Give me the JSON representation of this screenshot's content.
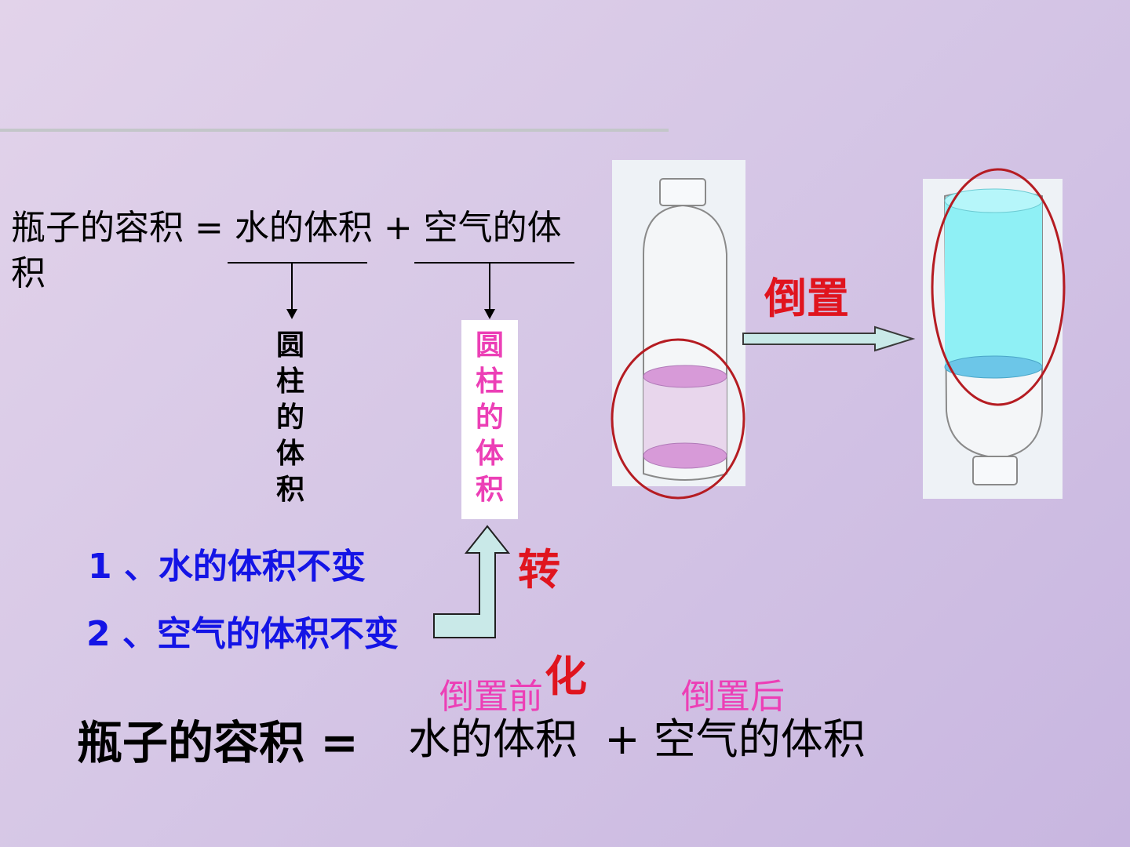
{
  "formula_top": {
    "text": "瓶子的容积 = 水的体积 + 空气的体积"
  },
  "vertical_black": [
    "圆",
    "柱",
    "的",
    "体",
    "积"
  ],
  "vertical_pink": [
    "圆",
    "柱",
    "的",
    "体",
    "积"
  ],
  "notes": {
    "item1": "1 、水的体积不变",
    "item2": "2 、空气的体积不变"
  },
  "labels": {
    "invert": "倒置",
    "transform_1": "转",
    "transform_2": "化",
    "before": "倒置前",
    "after": "倒置后"
  },
  "formula_bottom": {
    "left": "瓶子的容积 =",
    "right": "水的体积  + 空气的体积"
  },
  "colors": {
    "red": "#e0141e",
    "blue": "#1414e6",
    "pink": "#ec3fb6",
    "water_pink": "#d79ad8",
    "water_cyan": "#8ff0f5"
  }
}
